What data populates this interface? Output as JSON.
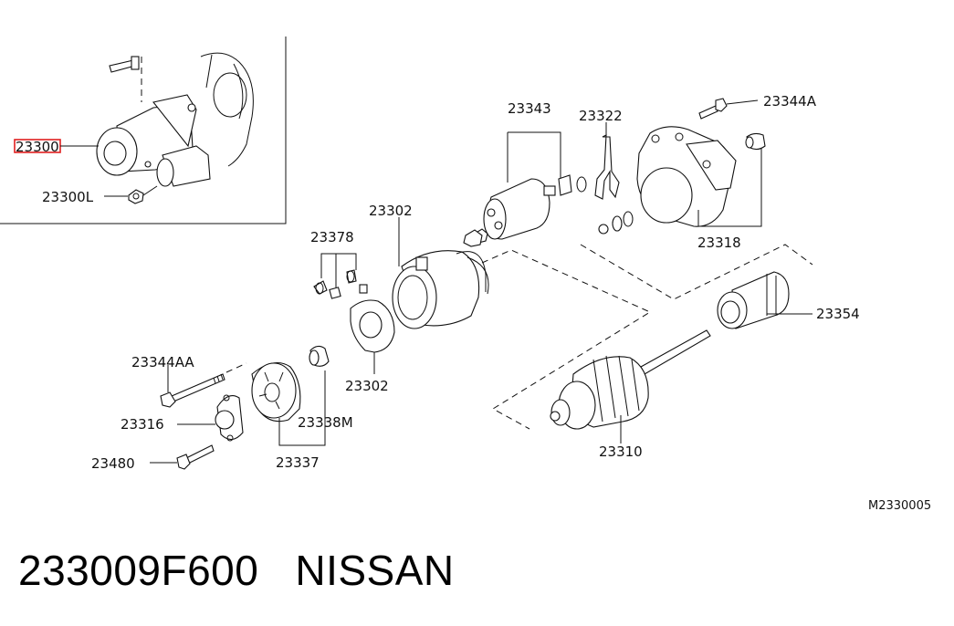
{
  "diagram": {
    "drawing_code": "M2330005",
    "highlight_color": "#e02020",
    "labels": {
      "inset_assembly": "23300",
      "inset_nut": "23300L",
      "brush_set": "23378",
      "yoke_upper": "23302",
      "plate_lower": "23302",
      "solenoid": "23343",
      "lever": "23322",
      "screw_top": "23344A",
      "gear_case": "23318",
      "pinion": "23354",
      "through_bolt": "23344AA",
      "cover": "23316",
      "bushing": "23338M",
      "rear_cover": "23337",
      "screw_bottom": "23480",
      "armature": "23310"
    }
  },
  "footer": {
    "part_number": "233009F600",
    "brand": "NISSAN"
  }
}
